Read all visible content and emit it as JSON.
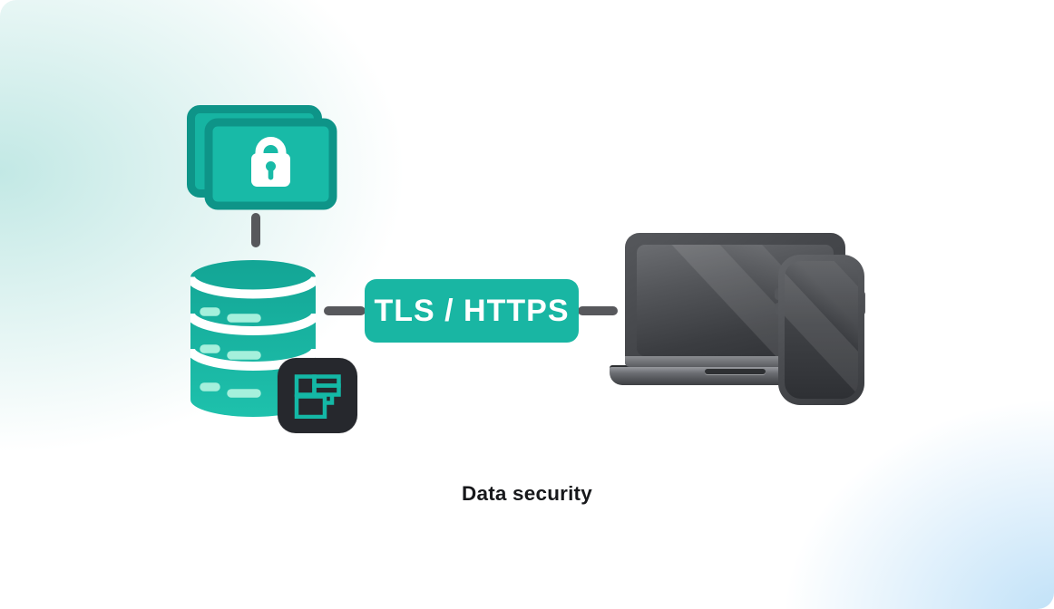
{
  "diagram": {
    "title": "Data security",
    "connection_label": "TLS / HTTPS",
    "nodes": [
      {
        "id": "secure-files",
        "icon": "lock-files-icon"
      },
      {
        "id": "database",
        "icon": "database-icon",
        "badge_icon": "layout-grid-icon"
      },
      {
        "id": "client-devices",
        "icons": [
          "laptop-icon",
          "smartphone-icon"
        ]
      }
    ],
    "connections": [
      {
        "from": "secure-files",
        "to": "database",
        "style": "short-vertical-line"
      },
      {
        "from": "database",
        "to": "client-devices",
        "label": "TLS / HTTPS"
      }
    ],
    "colors": {
      "teal": "#19B6A3",
      "teal_dark_border": "#0E9488",
      "mint_dash": "#A5F0DC",
      "badge_background": "#26282D",
      "badge_icon_stroke": "#14B8A6",
      "connector_gray": "#57585C",
      "device_gray": "#45474B",
      "title_text": "#17181B",
      "tint_top_left": "rgba(54,180,168,0.30)",
      "tint_bottom_right": "rgba(125,193,240,0.50)"
    }
  }
}
